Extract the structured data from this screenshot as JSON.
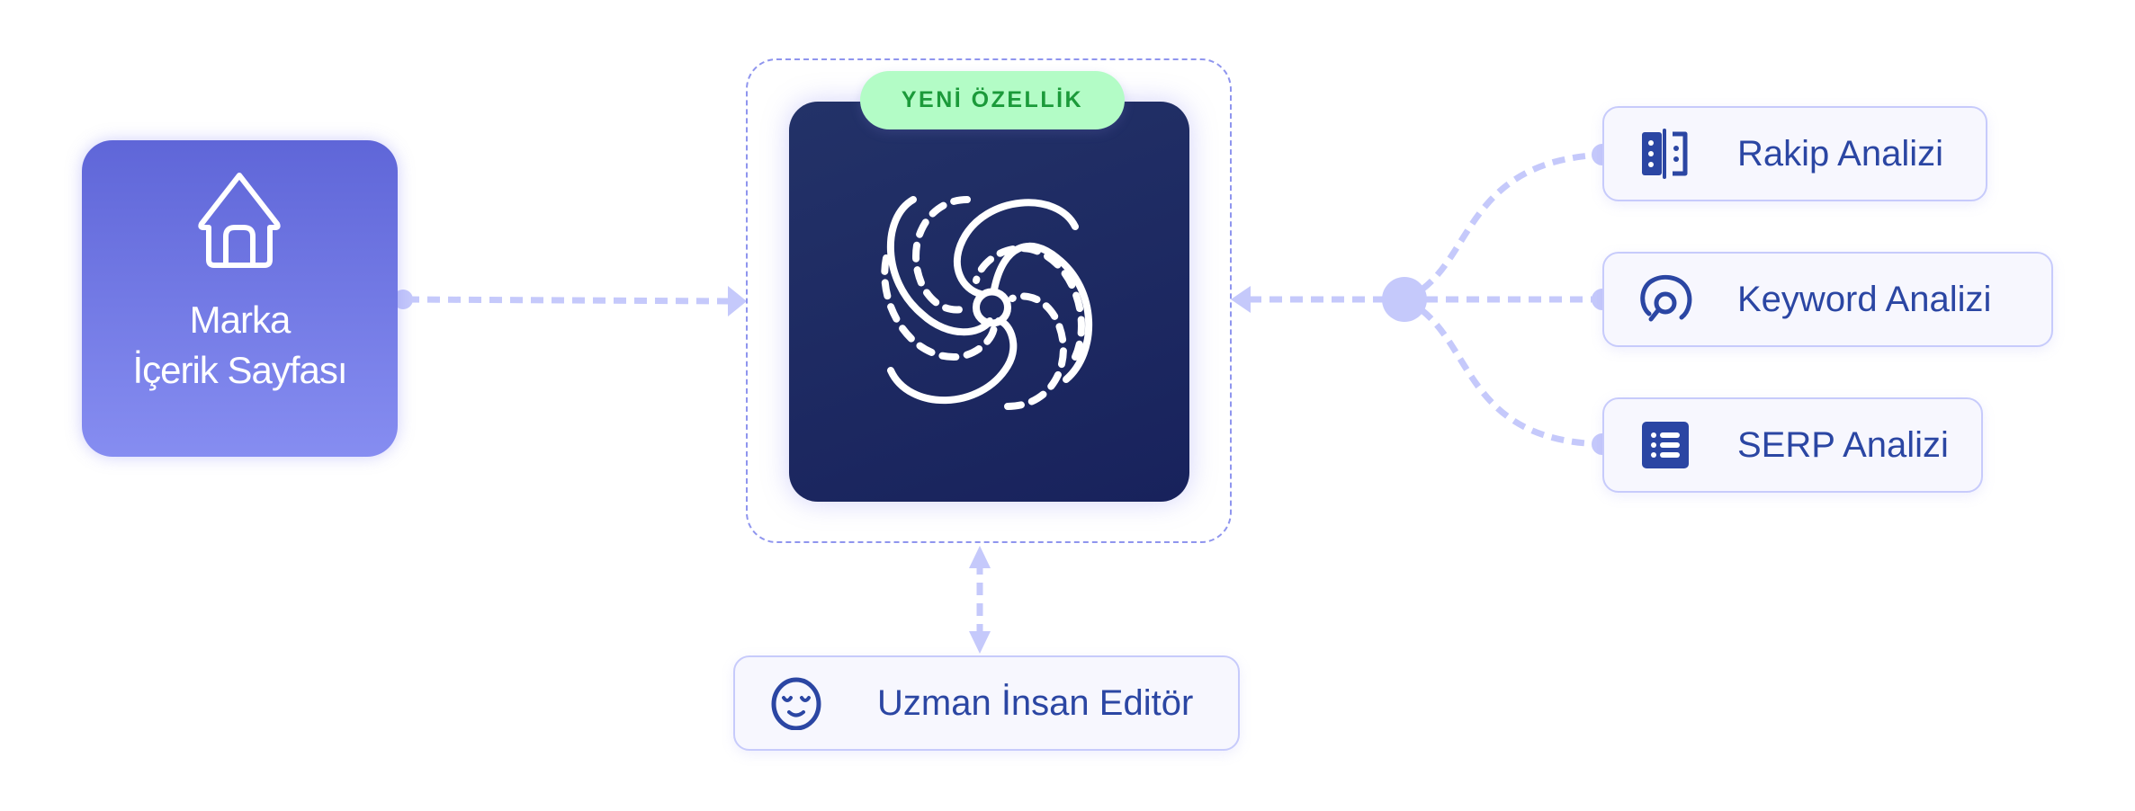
{
  "source_node": {
    "line1": "Marka",
    "line2": "İçerik Sayfası",
    "icon": "home-icon"
  },
  "center_node": {
    "badge": "YENİ ÖZELLİK",
    "icon": "galaxy-spiral-icon"
  },
  "inputs": [
    {
      "label": "Rakip Analizi",
      "icon": "competitor-icon"
    },
    {
      "label": "Keyword Analizi",
      "icon": "keyword-search-icon"
    },
    {
      "label": "SERP Analizi",
      "icon": "list-icon"
    }
  ],
  "editor_node": {
    "label": "Uzman İnsan Editör",
    "icon": "smiley-icon"
  },
  "colors": {
    "accent": "#2b46a3",
    "connector": "#c5c9fb",
    "badge_bg": "#b3fcc6",
    "badge_text": "#1b9a3a",
    "card": "#1c275f"
  }
}
